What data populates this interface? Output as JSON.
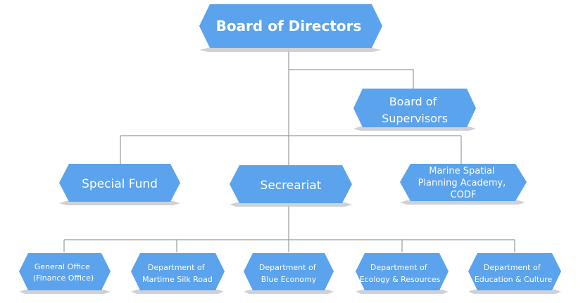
{
  "nodes": {
    "board_of_directors": {
      "lines": [
        "Board of Directors"
      ]
    },
    "board_of_supervisors": {
      "lines": [
        "Board of",
        "Supervisors"
      ]
    },
    "special_fund": {
      "lines": [
        "Special Fund"
      ]
    },
    "secretariat": {
      "lines": [
        "Secreariat"
      ]
    },
    "marine_academy": {
      "lines": [
        "Marine Spatial",
        "Planning Academy,",
        "CODF"
      ]
    },
    "general_office": {
      "lines": [
        "General Office",
        "(Finance Office)"
      ]
    },
    "dept_silk_road": {
      "lines": [
        "Department of",
        "Martime Silk Road"
      ]
    },
    "dept_blue_economy": {
      "lines": [
        "Department of",
        "Blue Economy"
      ]
    },
    "dept_ecology": {
      "lines": [
        "Department of",
        "Ecology & Resources"
      ]
    },
    "dept_education": {
      "lines": [
        "Department of",
        "Education & Culture"
      ]
    }
  },
  "colors": {
    "node_fill": "#5ba3ec",
    "node_text": "#ffffff",
    "connector": "#9a9a9a"
  }
}
